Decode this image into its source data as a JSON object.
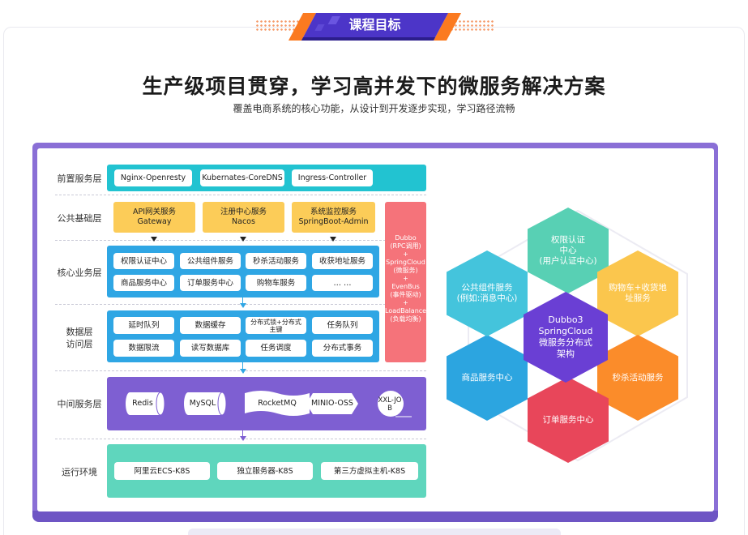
{
  "banner": {
    "label": "课程目标"
  },
  "title": "生产级项目贯穿，学习高并发下的微服务解决方案",
  "subtitle": "覆盖电商系统的核心功能，从设计到开发逐步实现，学习路径流畅",
  "layers": {
    "front": {
      "label": "前置服务层",
      "items": [
        "Nginx-Openresty",
        "Kubernates-CoreDNS",
        "Ingress-Controller"
      ]
    },
    "public": {
      "label": "公共基础层",
      "items": [
        {
          "line1": "API网关服务",
          "line2": "Gateway"
        },
        {
          "line1": "注册中心服务",
          "line2": "Nacos"
        },
        {
          "line1": "系统监控服务",
          "line2": "SpringBoot-Admin"
        }
      ]
    },
    "core": {
      "label": "核心业务层",
      "items": [
        "权限认证中心",
        "公共组件服务",
        "秒杀活动服务",
        "收获地址服务",
        "商品服务中心",
        "订单服务中心",
        "购物车服务",
        "… …"
      ]
    },
    "data": {
      "label_line1": "数据层",
      "label_line2": "访问层",
      "items": [
        "延时队列",
        "数据缓存",
        "分布式锁+分布式主键",
        "任务队列",
        "数据限流",
        "读写数据库",
        "任务调度",
        "分布式事务"
      ]
    },
    "middle": {
      "label": "中间服务层",
      "items": [
        "Redis",
        "MySQL",
        "RocketMQ",
        "MINIO-OSS",
        "XXL-JOB"
      ]
    },
    "runtime": {
      "label": "运行环境",
      "items": [
        "阿里云ECS-K8S",
        "独立服务器-K8S",
        "第三方虚拟主机-K8S"
      ]
    }
  },
  "dubbo": [
    "Dubbo",
    "(RPC调用)",
    "+",
    "SpringCloud",
    "(微服务)",
    "+",
    "EvenBus",
    "(事件驱动)",
    "+",
    "LoadBalance",
    "(负载均衡)"
  ],
  "hexes": {
    "center": [
      "Dubbo3",
      "SpringCloud",
      "微服务分布式",
      "架构"
    ],
    "top": [
      "权限认证",
      "中心",
      "(用户认证中心)"
    ],
    "top_right": [
      "购物车+收货地",
      "址服务"
    ],
    "bottom_right": [
      "秒杀活动服务"
    ],
    "bottom": [
      "订单服务中心"
    ],
    "bottom_left": [
      "商品服务中心"
    ],
    "top_left": [
      "公共组件服务",
      "(例如:消息中心)"
    ]
  },
  "colors": {
    "frame": "#8a6fd6",
    "front_band": "#22c3d1",
    "public_box": "#fccc58",
    "core_band": "#2fa6e4",
    "middle_band": "#7e5fd2",
    "runtime_band": "#5fd6bd",
    "dubbo": "#f5737a",
    "hex_center": "#6a3fd4",
    "hex_top": "#58d0b4",
    "hex_top_right": "#fbc64d",
    "hex_bottom_right": "#fb8c2a",
    "hex_bottom": "#e8465a",
    "hex_bottom_left": "#2ca5e0",
    "hex_top_left": "#44c4dc"
  }
}
